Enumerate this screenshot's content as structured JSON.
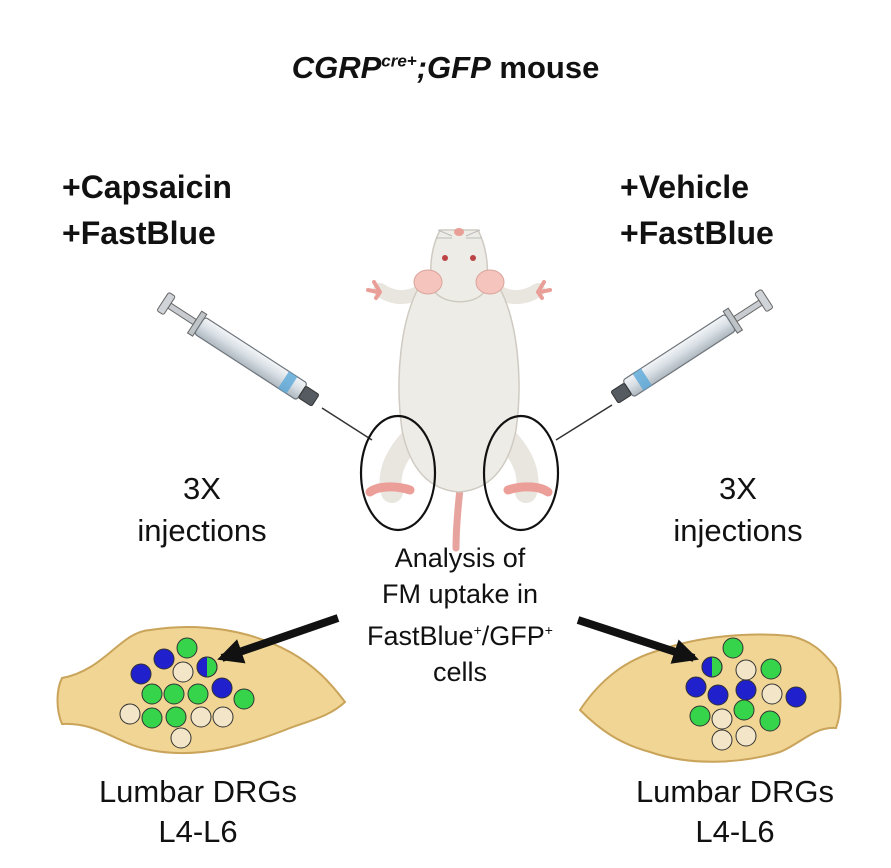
{
  "title": {
    "gene": "CGRP",
    "superscript": "cre+",
    "sep": ";",
    "reporter": "GFP",
    "suffix": " mouse"
  },
  "left": {
    "treatment_1": "+Capsaicin",
    "treatment_2": "+FastBlue",
    "injections_1": "3X",
    "injections_2": "injections",
    "drg_1": "Lumbar DRGs",
    "drg_2": "L4-L6"
  },
  "right": {
    "treatment_1": "+Vehicle",
    "treatment_2": "+FastBlue",
    "injections_1": "3X",
    "injections_2": "injections",
    "drg_1": "Lumbar DRGs",
    "drg_2": "L4-L6"
  },
  "analysis": {
    "line1": "Analysis of",
    "line2": "FM uptake in",
    "line3_a": "FastBlue",
    "line3_sup1": "+",
    "line3_b": "/GFP",
    "line3_sup2": "+",
    "line4": "cells"
  },
  "colors": {
    "ganglion": "#f0d595",
    "ganglion_stroke": "#c9a45a",
    "gfp_cell": "#35d44a",
    "fastblue_cell": "#2020cc",
    "unlabeled_cell": "#f3e6c8",
    "mouse_body": "#eeece6",
    "mouse_pink": "#f0a9a3"
  },
  "icons": [
    "syringe-icon",
    "mouse-illustration",
    "ganglion-icon",
    "arrow-icon"
  ]
}
